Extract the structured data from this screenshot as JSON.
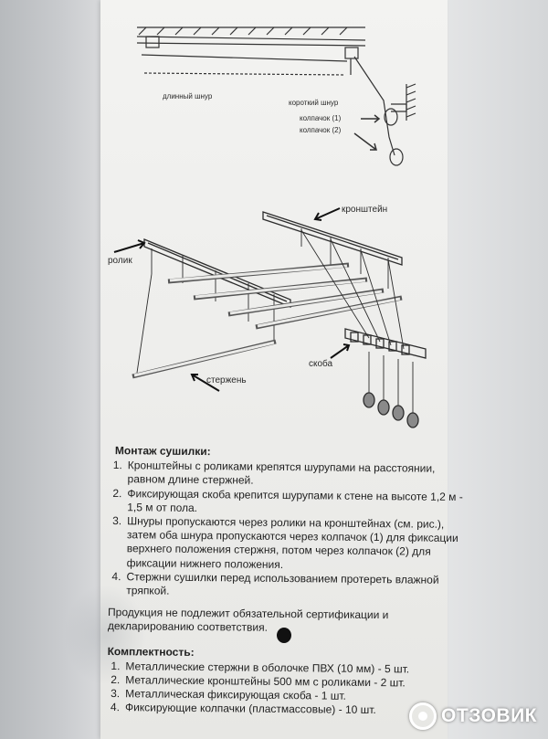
{
  "diagram_top": {
    "long_cord_label": "длинный шнур",
    "short_cord_label": "короткий шнур",
    "cap1_label": "колпачок (1)",
    "cap2_label": "колпачок (2)"
  },
  "diagram_main": {
    "bracket_label": "кронштейн",
    "roller_label": "ролик",
    "clip_label": "скоба",
    "rod_label": "стержень"
  },
  "instructions": {
    "title": "Монтаж сушилки:",
    "steps": [
      {
        "num": "1.",
        "text": "Кронштейны с роликами крепятся шурупами на расстоянии, равном длине стержней."
      },
      {
        "num": "2.",
        "text": "Фиксирующая скоба крепится шурупами к стене на высоте 1,2 м - 1,5 м от пола."
      },
      {
        "num": "3.",
        "text": "Шнуры пропускаются через ролики на кронштейнах (см. рис.), затем оба шнура пропускаются через колпачок (1) для фиксации верхнего положения стержня, потом через колпачок (2) для фиксации нижнего положения."
      },
      {
        "num": "4.",
        "text": "Стержни сушилки перед использованием протереть влажной тряпкой."
      }
    ],
    "certification_note": "Продукция не подлежит обязательной сертификации и декларированию соответствия."
  },
  "kit": {
    "title": "Комплектность:",
    "items": [
      {
        "num": "1.",
        "text": "Металлические стержни в оболочке ПВХ (10 мм) - 5 шт."
      },
      {
        "num": "2.",
        "text": "Металлические кронштейны 500 мм с роликами - 2 шт."
      },
      {
        "num": "3.",
        "text": "Металлическая фиксирующая скоба - 1 шт."
      },
      {
        "num": "4.",
        "text": "Фиксирующие колпачки (пластмассовые) - 10 шт."
      }
    ]
  },
  "watermark": {
    "text": "ОТЗОВИК",
    "icon": "otzovik-logo-icon"
  }
}
